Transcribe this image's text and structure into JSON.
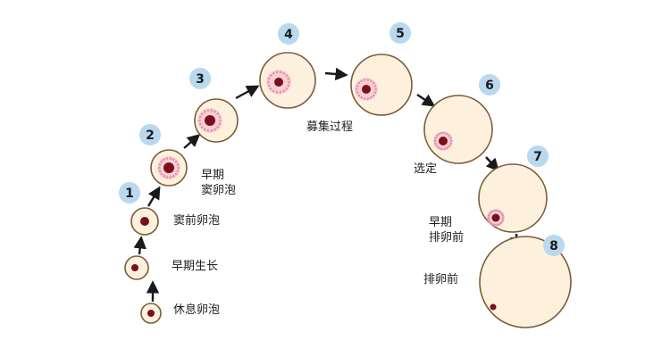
{
  "colors": {
    "background": "#ffffff",
    "follicle_fill": "#fdf1de",
    "follicle_outline": "#7a5c3a",
    "nucleus": "#7a0f1e",
    "granulosa": "#f3b6c8",
    "step_badge": "#b9d9ef",
    "arrow": "#1a1a1a"
  },
  "steps": [
    {
      "number": "1",
      "icon": "follicle-primordial-icon"
    },
    {
      "number": "2",
      "icon": "follicle-early-antral-icon"
    },
    {
      "number": "3",
      "icon": "follicle-antral-icon"
    },
    {
      "number": "4",
      "icon": "follicle-recruited-icon"
    },
    {
      "number": "5",
      "icon": "follicle-recruited-large-icon"
    },
    {
      "number": "6",
      "icon": "follicle-selected-icon"
    },
    {
      "number": "7",
      "icon": "follicle-early-preovulatory-icon"
    },
    {
      "number": "8",
      "icon": "follicle-preovulatory-icon"
    }
  ],
  "labels": {
    "resting": "休息卵泡",
    "early_growth": "早期生长",
    "preantral": "窦前卵泡",
    "early_antral_line1": "早期",
    "early_antral_line2": "窦卵泡",
    "recruitment": "募集过程",
    "selection": "选定",
    "early_preovulatory_line1": "早期",
    "early_preovulatory_line2": "排卵前",
    "preovulatory": "排卵前"
  }
}
